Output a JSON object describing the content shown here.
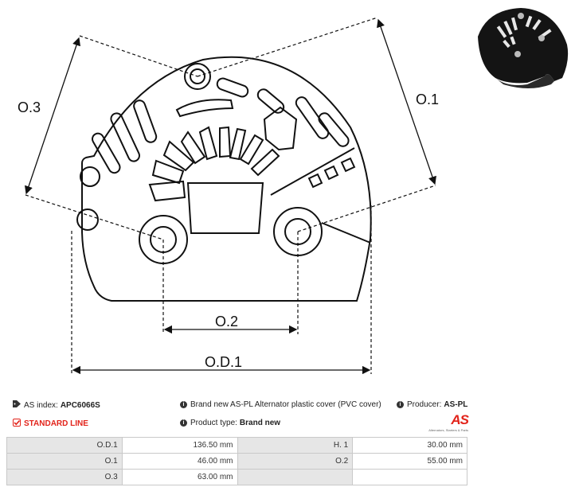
{
  "drawing": {
    "labels": {
      "o3": "O.3",
      "o1": "O.1",
      "o2": "O.2",
      "od1": "O.D.1"
    }
  },
  "info": {
    "as_index_label": "AS index:",
    "as_index_value": "APC6066S",
    "line_label": "STANDARD LINE",
    "description": "Brand new AS-PL Alternator plastic cover (PVC cover)",
    "product_type_label": "Product type:",
    "product_type_value": "Brand new",
    "producer_label": "Producer:",
    "producer_value": "AS-PL",
    "logo_text": "AS",
    "logo_tagline": "Alternators, Starters & Parts"
  },
  "specs": [
    {
      "l1": "O.D.1",
      "v1": "136.50 mm",
      "l2": "H. 1",
      "v2": "30.00 mm"
    },
    {
      "l1": "O.1",
      "v1": "46.00 mm",
      "l2": "O.2",
      "v2": "55.00 mm"
    },
    {
      "l1": "O.3",
      "v1": "63.00 mm",
      "l2": "",
      "v2": ""
    }
  ]
}
